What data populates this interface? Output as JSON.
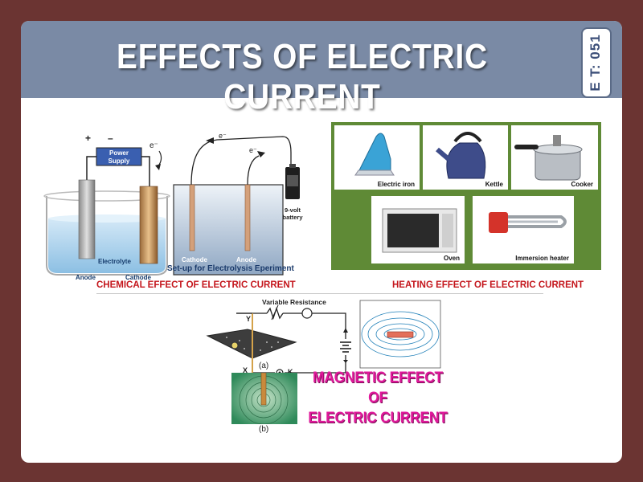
{
  "slide": {
    "title": "EFFECTS OF ELECTRIC CURRENT",
    "code": "E T: 051"
  },
  "chemical": {
    "caption": "CHEMICAL EFFECT OF ELECTRIC CURRENT",
    "cell": {
      "plus": "+",
      "minus": "–",
      "electron": "e⁻",
      "power_supply": [
        "Power",
        "Supply"
      ],
      "electrolyte": "Electrolyte",
      "anode": "Anode",
      "cathode": "Cathode"
    },
    "setup": {
      "electron": "e⁻",
      "cathode": "Cathode",
      "anode": "Anode",
      "battery": [
        "9-volt",
        "battery"
      ],
      "caption": "Set-up for Electrolysis Eperiment"
    }
  },
  "heating": {
    "caption": "HEATING EFFECT OF ELECTRIC CURRENT",
    "appliances": [
      "Electric iron",
      "Kettle",
      "Cooker",
      "Oven",
      "Immersion heater"
    ]
  },
  "magnetic": {
    "title_line1": "MAGNETIC EFFECT OF",
    "title_line2": "ELECTRIC CURRENT",
    "circuit": {
      "variable_resistance": "Variable Resistance",
      "y": "Y",
      "x": "X",
      "k": "K",
      "a_label": "(a)",
      "b_label": "(b)"
    }
  },
  "colors": {
    "background": "#6b3432",
    "header": "#7a8aa5",
    "section_title": "#c4161c",
    "magnetic_title": "#e0199b",
    "heating_panel": "#5f8a36"
  }
}
